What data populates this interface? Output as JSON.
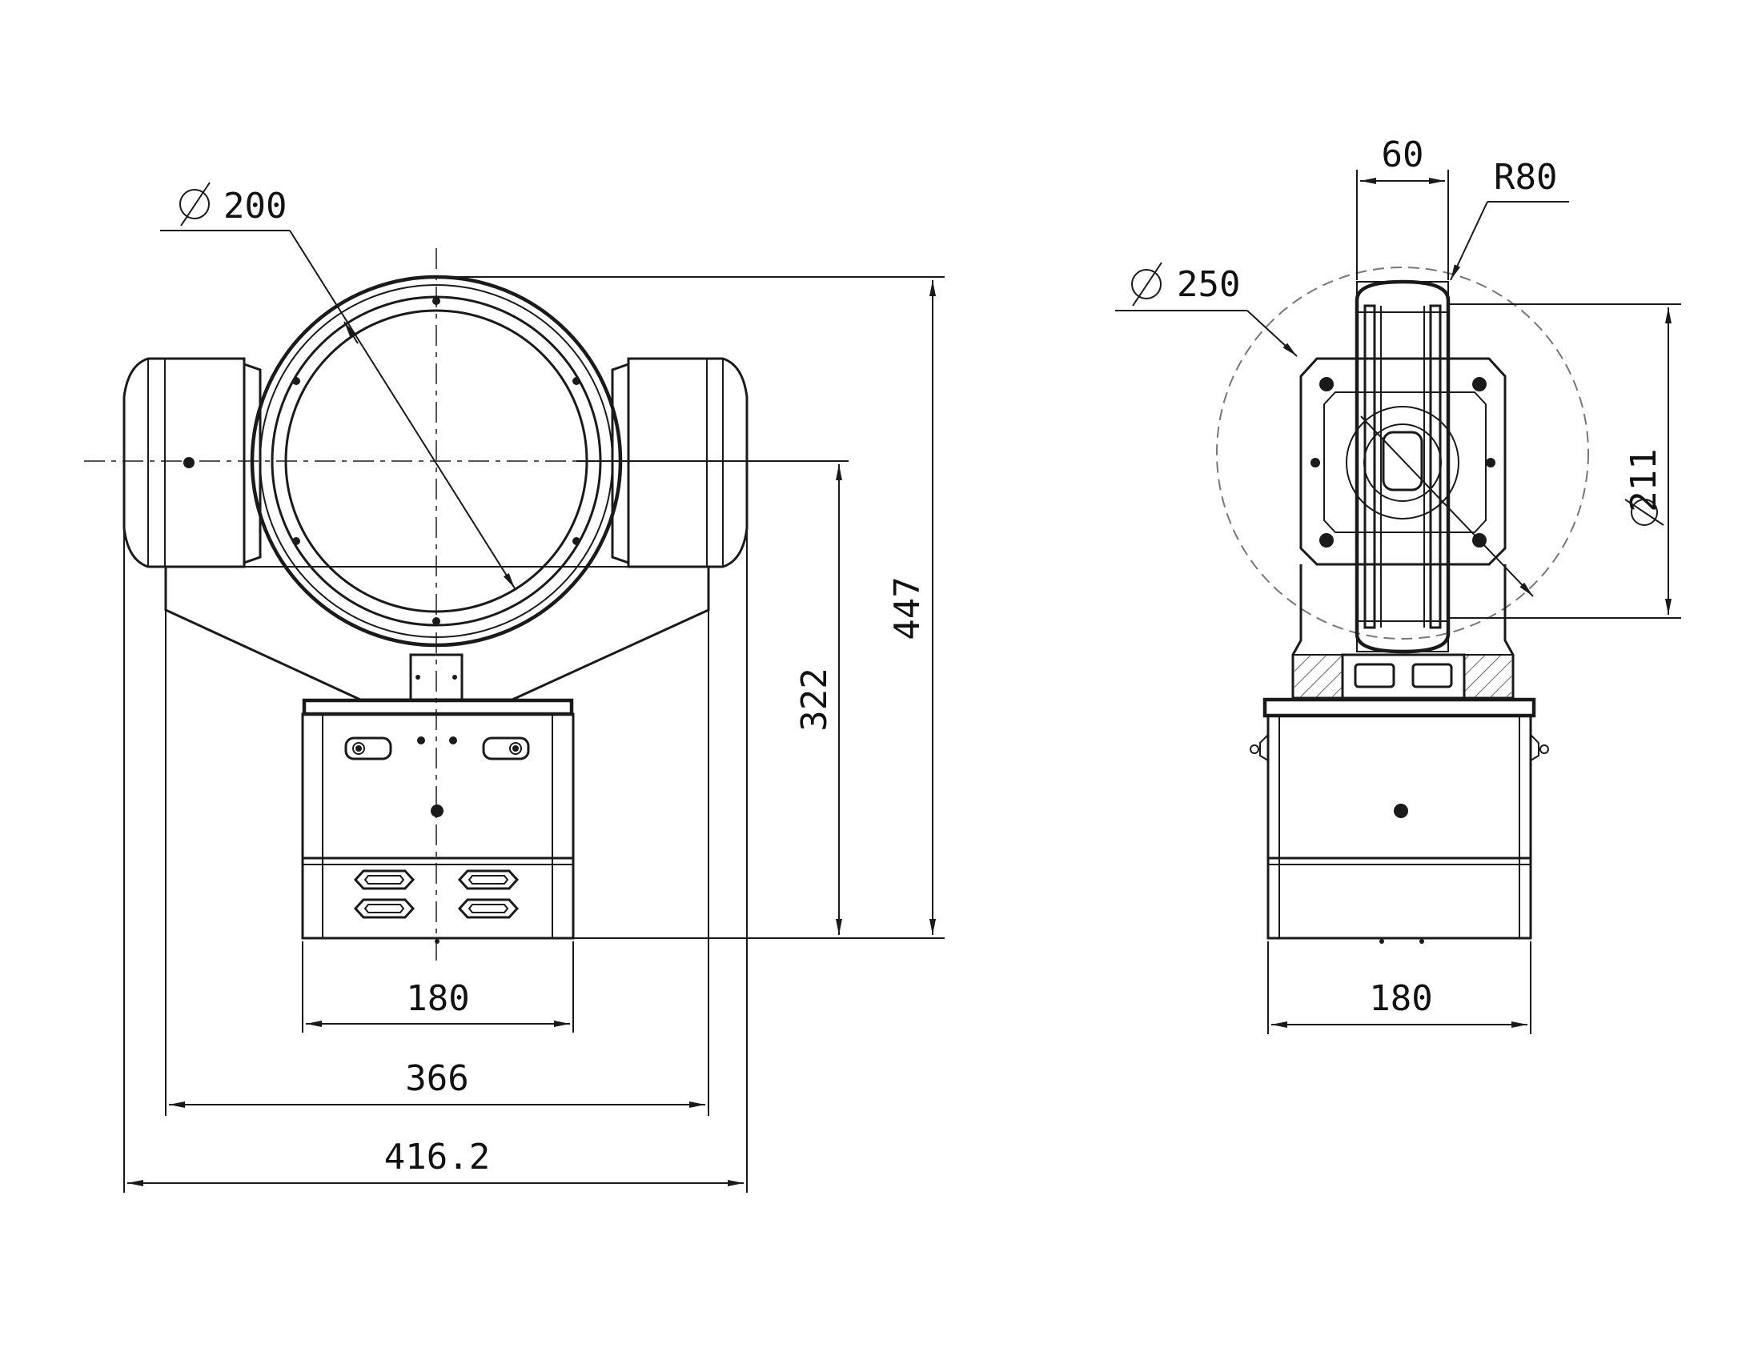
{
  "front_view": {
    "lens_diameter": "200",
    "base_width": "180",
    "bracket_width": "366",
    "overall_width": "416.2",
    "axis_height": "322",
    "overall_height": "447"
  },
  "side_view": {
    "wheel_thickness": "60",
    "rim_radius": "R80",
    "sweep_diameter": "250",
    "window_diameter": "211",
    "base_width": "180"
  },
  "colors": {
    "line": "#1a1a1a",
    "background": "#ffffff"
  }
}
